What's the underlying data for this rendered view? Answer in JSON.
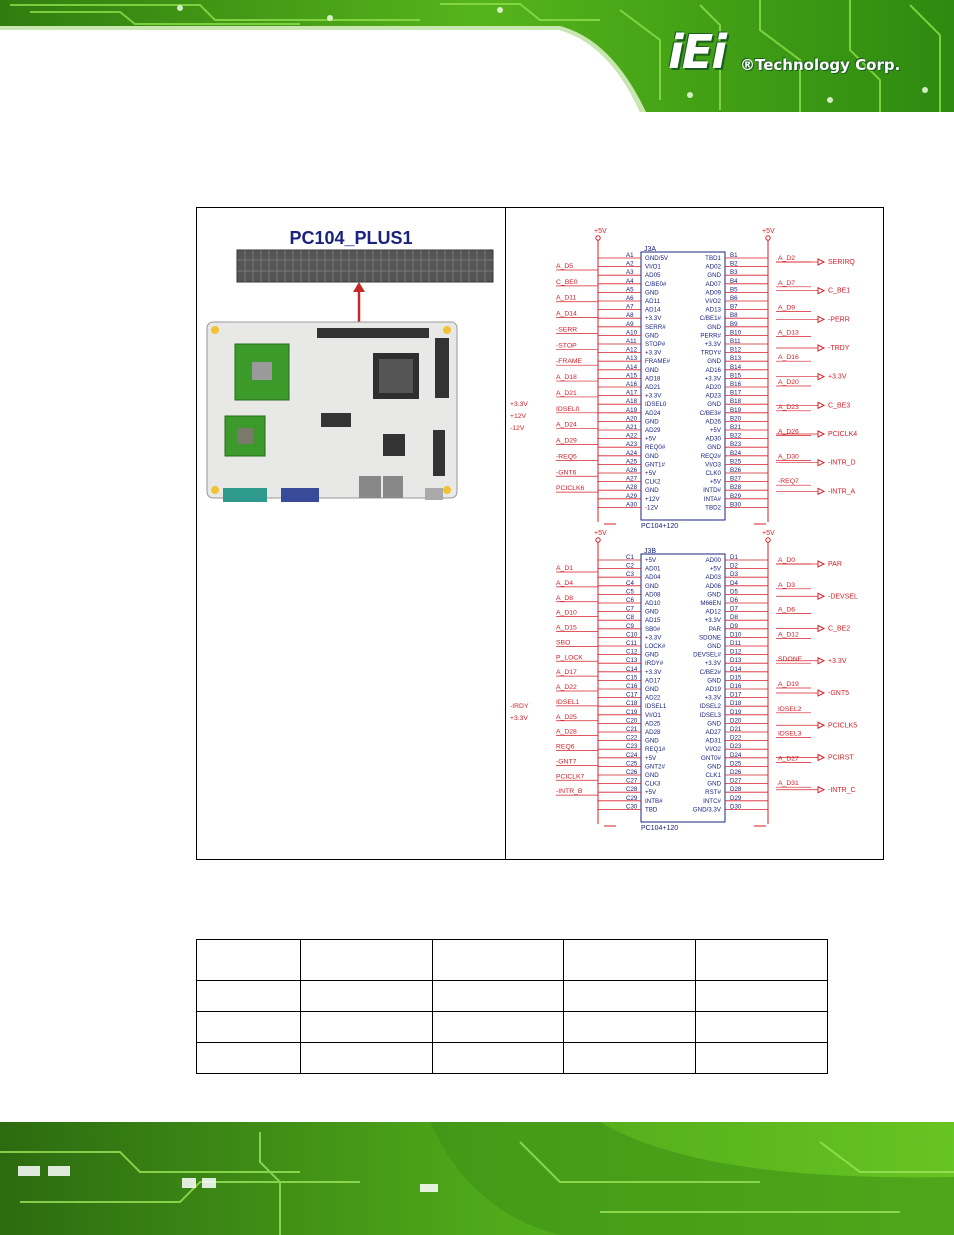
{
  "brand": {
    "mark": "iEi",
    "name": "®Technology Corp."
  },
  "colors": {
    "pcb_green": "#4caf1a",
    "schematic_red": "#d4202a",
    "connector_blue": "#1a237e"
  },
  "figure": {
    "board_title": "PC104_PLUS1",
    "j3a": {
      "ref": "J3A",
      "footer": "PC104+120",
      "power_top_left": "+5V",
      "power_top_right": "+5V",
      "left_nets": [
        "A_D5",
        "C_BE0",
        "A_D11",
        "A_D14",
        "-SERR",
        "-STOP",
        "-FRAME",
        "A_D18",
        "A_D21",
        "IDSEL0",
        "A_D24",
        "A_D29",
        "-REQ5",
        "-GNT6",
        "PCICLK6"
      ],
      "left_power": [
        "+3.3V",
        "+12V",
        "-12V"
      ],
      "right_nets": [
        "A_D2",
        "A_D7",
        "A_D9",
        "A_D13",
        "A_D16",
        "A_D20",
        "A_D23",
        "A_D26",
        "A_D30",
        "-REQ7"
      ],
      "right_ports": [
        "SERIRQ",
        "C_BE1",
        "-PERR",
        "-TRDY",
        "+3.3V",
        "C_BE3",
        "PCICLK4",
        "-INTR_D",
        "-INTR_A"
      ],
      "pins_a": [
        "A1",
        "A2",
        "A3",
        "A4",
        "A5",
        "A6",
        "A7",
        "A8",
        "A9",
        "A10",
        "A11",
        "A12",
        "A13",
        "A14",
        "A15",
        "A16",
        "A17",
        "A18",
        "A19",
        "A20",
        "A21",
        "A22",
        "A23",
        "A24",
        "A25",
        "A26",
        "A27",
        "A28",
        "A29",
        "A30"
      ],
      "sig_a": [
        "GND/5V",
        "VI/O1",
        "AD05",
        "C/BE0#",
        "GND",
        "AD11",
        "AD14",
        "+3.3V",
        "SERR#",
        "GND",
        "STOP#",
        "+3.3V",
        "FRAME#",
        "GND",
        "AD18",
        "AD21",
        "+3.3V",
        "IDSEL0",
        "AD24",
        "GND",
        "AD29",
        "+5V",
        "REQ0#",
        "GND",
        "GNT1#",
        "+5V",
        "CLK2",
        "GND",
        "+12V",
        "-12V"
      ],
      "pins_b": [
        "B1",
        "B2",
        "B3",
        "B4",
        "B5",
        "B6",
        "B7",
        "B8",
        "B9",
        "B10",
        "B11",
        "B12",
        "B13",
        "B14",
        "B15",
        "B16",
        "B17",
        "B18",
        "B19",
        "B20",
        "B21",
        "B22",
        "B23",
        "B24",
        "B25",
        "B26",
        "B27",
        "B28",
        "B29",
        "B30"
      ],
      "sig_b": [
        "TBD1",
        "AD02",
        "GND",
        "AD07",
        "AD09",
        "VI/O2",
        "AD13",
        "C/BE1#",
        "GND",
        "PERR#",
        "+3.3V",
        "TRDY#",
        "GND",
        "AD16",
        "+3.3V",
        "AD20",
        "AD23",
        "GND",
        "C/BE3#",
        "AD26",
        "+5V",
        "AD30",
        "GND",
        "REQ2#",
        "VI/O3",
        "CLK0",
        "+5V",
        "INTD#",
        "INTA#",
        "TBD2"
      ]
    },
    "j3b": {
      "ref": "J3B",
      "footer": "PC104+120",
      "power_top_left": "+5V",
      "power_top_right": "+5V",
      "left_nets": [
        "A_D1",
        "A_D4",
        "A_D8",
        "A_D10",
        "A_D15",
        "SBO",
        "P_LOCK",
        "A_D17",
        "A_D22",
        "IDSEL1",
        "A_D25",
        "A_D28",
        "REQ6",
        "-GNT7",
        "PCICLK7",
        "-INTR_B"
      ],
      "left_ports": [
        "-IRDY",
        "+3.3V"
      ],
      "right_nets": [
        "A_D0",
        "A_D3",
        "A_D6",
        "A_D12",
        "SDONE",
        "A_D19",
        "IDSEL2",
        "IDSEL3",
        "A_D27",
        "A_D31"
      ],
      "right_ports": [
        "PAR",
        "-DEVSEL",
        "C_BE2",
        "+3.3V",
        "-GNT5",
        "PCICLK5",
        "PCIRST",
        "-INTR_C"
      ],
      "pins_c": [
        "C1",
        "C2",
        "C3",
        "C4",
        "C5",
        "C6",
        "C7",
        "C8",
        "C9",
        "C10",
        "C11",
        "C12",
        "C13",
        "C14",
        "C15",
        "C16",
        "C17",
        "C18",
        "C19",
        "C20",
        "C21",
        "C22",
        "C23",
        "C24",
        "C25",
        "C26",
        "C27",
        "C28",
        "C29",
        "C30"
      ],
      "sig_c": [
        "+5V",
        "AD01",
        "AD04",
        "GND",
        "AD08",
        "AD10",
        "GND",
        "AD15",
        "SB0#",
        "+3.3V",
        "LOCK#",
        "GND",
        "IRDY#",
        "+3.3V",
        "AD17",
        "GND",
        "AD22",
        "IDSEL1",
        "VI/O1",
        "AD25",
        "AD28",
        "GND",
        "REQ1#",
        "+5V",
        "GNT2#",
        "GND",
        "CLK3",
        "+5V",
        "INTB#",
        "TBD"
      ],
      "pins_d": [
        "D1",
        "D2",
        "D3",
        "D4",
        "D5",
        "D6",
        "D7",
        "D8",
        "D9",
        "D10",
        "D11",
        "D12",
        "D13",
        "D14",
        "D15",
        "D16",
        "D17",
        "D18",
        "D19",
        "D20",
        "D21",
        "D22",
        "D23",
        "D24",
        "D25",
        "D26",
        "D27",
        "D28",
        "D29",
        "D30"
      ],
      "sig_d": [
        "AD00",
        "+5V",
        "AD03",
        "AD06",
        "GND",
        "M66EN",
        "AD12",
        "+3.3V",
        "PAR",
        "SDONE",
        "GND",
        "DEVSEL#",
        "+3.3V",
        "C/BE2#",
        "GND",
        "AD19",
        "+3.3V",
        "IDSEL2",
        "IDSEL3",
        "GND",
        "AD27",
        "AD31",
        "VI/O2",
        "GNT0#",
        "GND",
        "CLK1",
        "GND",
        "RST#",
        "INTC#",
        "GND/3.3V"
      ]
    }
  },
  "table": {
    "headers": [
      "",
      "",
      "",
      "",
      ""
    ],
    "rows": [
      [
        "",
        "",
        "",
        "",
        ""
      ],
      [
        "",
        "",
        "",
        "",
        ""
      ],
      [
        "",
        "",
        "",
        "",
        ""
      ]
    ]
  }
}
